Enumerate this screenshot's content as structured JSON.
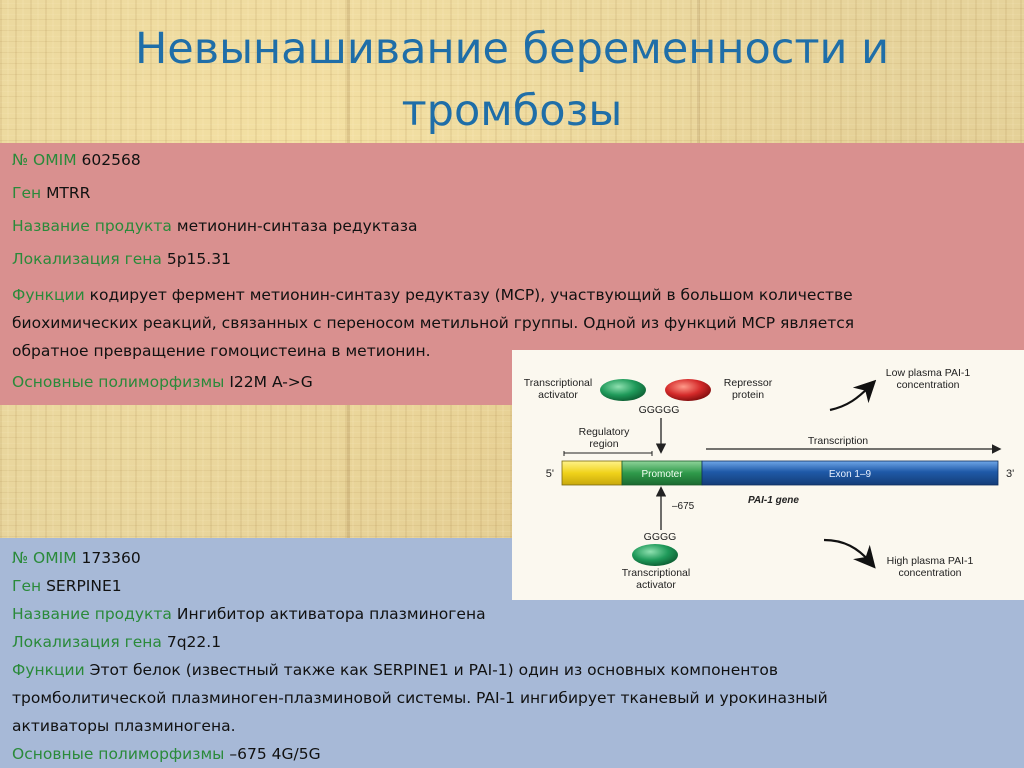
{
  "title_line1": "Невынашивание беременности и",
  "title_line2": "тромбозы",
  "mtrr": {
    "omim_label": "№ OMIM",
    "omim_value": "602568",
    "gene_label": "Ген",
    "gene_value": "MTRR",
    "product_label": "Название продукта",
    "product_value": "метионин-синтаза редуктаза",
    "loc_label": "Локализация гена",
    "loc_value": "5p15.31",
    "func_label": "Функции",
    "func_line1": "кодирует фермент метионин-синтазу редуктазу (MCP), участвующий в большом количестве",
    "func_line2": "биохимических реакций, связанных с переносом метильной группы. Одной из функций MCP является",
    "func_line3": "обратное превращение гомоцистеина в метионин.",
    "poly_label": "Основные полиморфизмы",
    "poly_value": "I22M A->G"
  },
  "serpine": {
    "omim_label": "№ OMIM",
    "omim_value": "173360",
    "gene_label": "Ген",
    "gene_value": "SERPINE1",
    "product_label": "Название продукта",
    "product_value": "Ингибитор активатора плазминогена",
    "loc_label": "Локализация гена",
    "loc_value": "7q22.1",
    "func_label": "Функции",
    "func_line1": "Этот белок (известный также как SERPINE1 и PAI-1) один из основных компонентов",
    "func_line2": "тромболитической плазминоген-плазминовой системы. PAI-1 ингибирует тканевый и урокиназный",
    "func_line3": "активаторы плазминогена.",
    "poly_label": "Основные полиморфизмы",
    "poly_value": "–675 4G/5G"
  },
  "figure": {
    "transcriptional_activator_top": [
      "Transcriptional",
      "activator"
    ],
    "repressor_protein": [
      "Repressor",
      "protein"
    ],
    "ggggg": "GGGGG",
    "regulatory_region": [
      "Regulatory",
      "region"
    ],
    "transcription": "Transcription",
    "low_pai": [
      "Low plasma PAI-1",
      "concentration"
    ],
    "five_prime": "5'",
    "three_prime": "3'",
    "promoter": "Promoter",
    "exon": "Exon 1–9",
    "minus675": "–675",
    "pai_gene": "PAI-1 gene",
    "gggg": "GGGG",
    "transcriptional_activator_bottom": [
      "Transcriptional",
      "activator"
    ],
    "high_pai": [
      "High plasma PAI-1",
      "concentration"
    ],
    "colors": {
      "activator": "#1f9a5a",
      "repressor": "#d42a2a",
      "promoter": "#2f9a4a",
      "exon": "#1f5aa8",
      "regulatory": "#f0d21a"
    }
  }
}
